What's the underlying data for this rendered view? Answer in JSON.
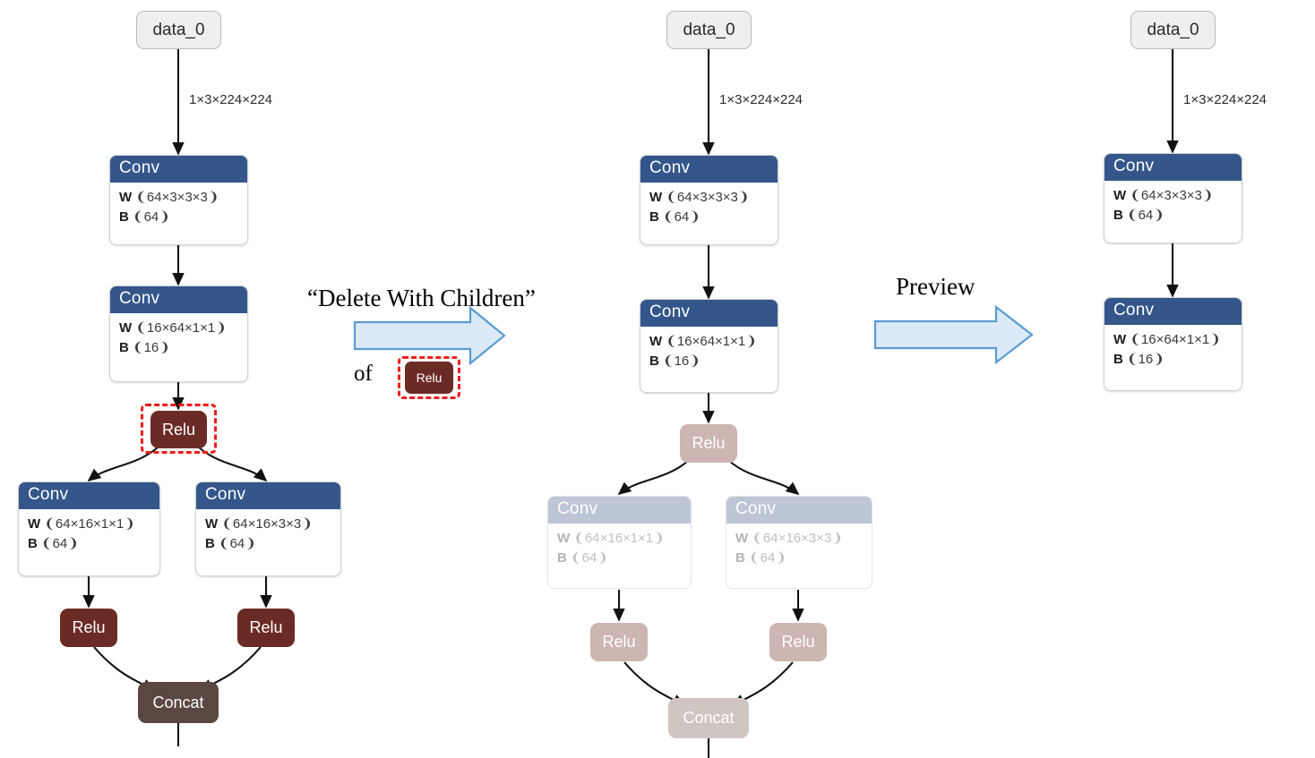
{
  "figure": {
    "title": "",
    "edge_label": "1×3×224×224",
    "colors": {
      "conv_header": "#34568b",
      "relu": "#6b2b25",
      "concat": "#5a4740",
      "data_node_bg": "#efefef",
      "ghost_conv_header": "#bcc6d6",
      "ghost_relu": "#cdb5b2",
      "ghost_concat": "#cfc6c2",
      "selection_ring": "#ef1c1c",
      "arrow_fill": "#dce9f7",
      "arrow_stroke": "#5b9bd5"
    }
  },
  "annotations": {
    "step1_quoted": "“Delete With Children”",
    "step1_of": "of",
    "step1_target_node": "Relu",
    "step2_label": "Preview"
  },
  "panels": [
    {
      "id": "before",
      "name": "original-graph",
      "nodes": {
        "data": {
          "label": "data_0"
        },
        "conv1": {
          "title": "Conv",
          "w_key": "W",
          "w_shape": "❨64×3×3×3❩",
          "b_key": "B",
          "b_shape": "❨64❩"
        },
        "conv2": {
          "title": "Conv",
          "w_key": "W",
          "w_shape": "❨16×64×1×1❩",
          "b_key": "B",
          "b_shape": "❨16❩"
        },
        "relu_sel": {
          "label": "Relu",
          "selected": true
        },
        "conv_left": {
          "title": "Conv",
          "w_key": "W",
          "w_shape": "❨64×16×1×1❩",
          "b_key": "B",
          "b_shape": "❨64❩"
        },
        "conv_right": {
          "title": "Conv",
          "w_key": "W",
          "w_shape": "❨64×16×3×3❩",
          "b_key": "B",
          "b_shape": "❨64❩"
        },
        "relu_left": {
          "label": "Relu"
        },
        "relu_right": {
          "label": "Relu"
        },
        "concat": {
          "label": "Concat"
        }
      },
      "edge_label": "1×3×224×224"
    },
    {
      "id": "preview",
      "name": "preview-graph",
      "nodes": {
        "data": {
          "label": "data_0"
        },
        "conv1": {
          "title": "Conv",
          "w_key": "W",
          "w_shape": "❨64×3×3×3❩",
          "b_key": "B",
          "b_shape": "❨64❩"
        },
        "conv2": {
          "title": "Conv",
          "w_key": "W",
          "w_shape": "❨16×64×1×1❩",
          "b_key": "B",
          "b_shape": "❨16❩"
        },
        "relu_ghost": {
          "label": "Relu",
          "ghosted": true
        },
        "conv_left": {
          "title": "Conv",
          "w_key": "W",
          "w_shape": "❨64×16×1×1❩",
          "b_key": "B",
          "b_shape": "❨64❩",
          "ghosted": true
        },
        "conv_right": {
          "title": "Conv",
          "w_key": "W",
          "w_shape": "❨64×16×3×3❩",
          "b_key": "B",
          "b_shape": "❨64❩",
          "ghosted": true
        },
        "relu_left": {
          "label": "Relu",
          "ghosted": true
        },
        "relu_right": {
          "label": "Relu",
          "ghosted": true
        },
        "concat": {
          "label": "Concat",
          "ghosted": true
        }
      },
      "edge_label": "1×3×224×224"
    },
    {
      "id": "after",
      "name": "result-graph",
      "nodes": {
        "data": {
          "label": "data_0"
        },
        "conv1": {
          "title": "Conv",
          "w_key": "W",
          "w_shape": "❨64×3×3×3❩",
          "b_key": "B",
          "b_shape": "❨64❩"
        },
        "conv2": {
          "title": "Conv",
          "w_key": "W",
          "w_shape": "❨16×64×1×1❩",
          "b_key": "B",
          "b_shape": "❨16❩"
        }
      },
      "edge_label": "1×3×224×224"
    }
  ]
}
